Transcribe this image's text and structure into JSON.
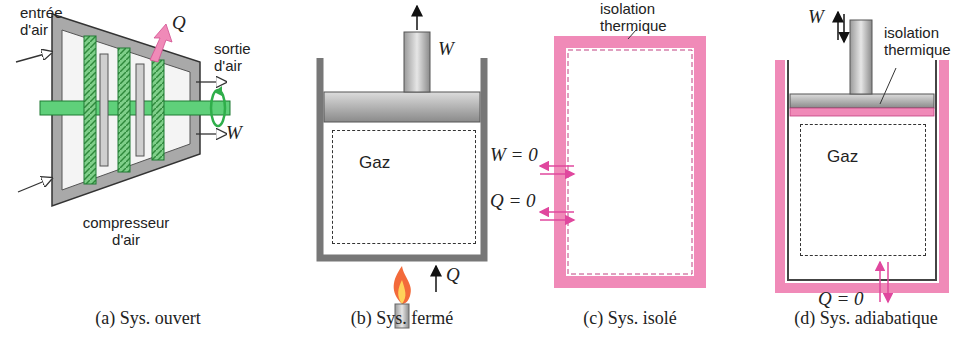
{
  "diagram": {
    "nodes": [
      {
        "text": [
          "Gaz"
        ]
      },
      {
        "text": [
          "Gaz"
        ]
      }
    ],
    "labels": [
      "entrée d'air",
      "Q",
      "sortie d'air",
      "W",
      "compresseur d'air",
      "(a) Sys. ouvert",
      "W",
      "Q",
      "(b) Sys. fermé",
      "isolation thermique",
      "W = 0",
      "Q = 0",
      "(c) Sys. isolé",
      "W",
      "isolation thermique",
      "Q = 0",
      "(d) Sys. adiabatique"
    ]
  }
}
